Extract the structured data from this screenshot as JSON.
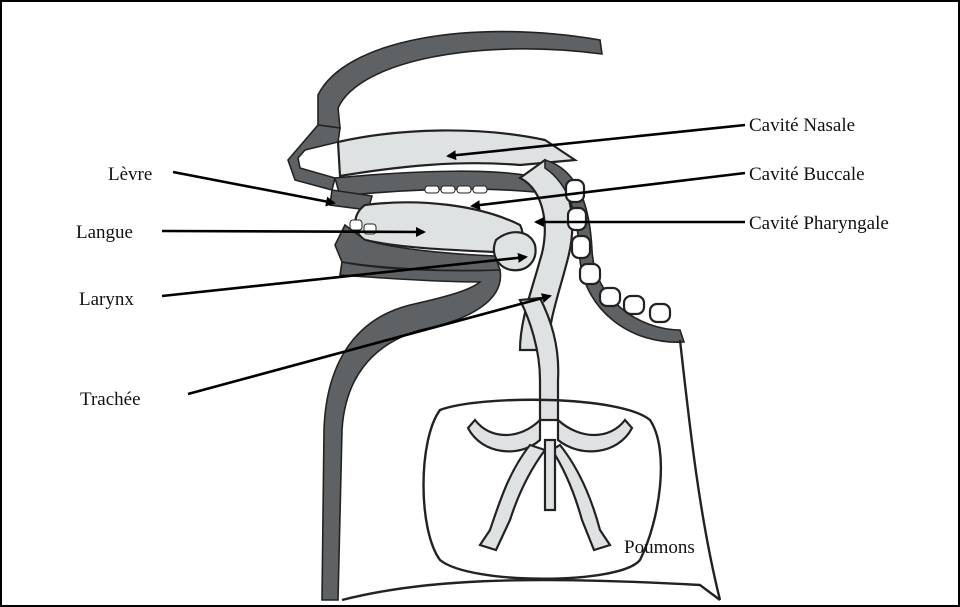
{
  "labels": {
    "cavite_nasale": "Cavité Nasale",
    "cavite_buccale": "Cavité Buccale",
    "cavite_pharyngale": "Cavité Pharyngale",
    "levre": "Lèvre",
    "langue": "Langue",
    "larynx": "Larynx",
    "trachee": "Trachée",
    "poumons": "Poumons"
  },
  "colors": {
    "tissue_dark": "#5f6264",
    "tissue_light": "#dfe2e3",
    "line": "#000000"
  }
}
